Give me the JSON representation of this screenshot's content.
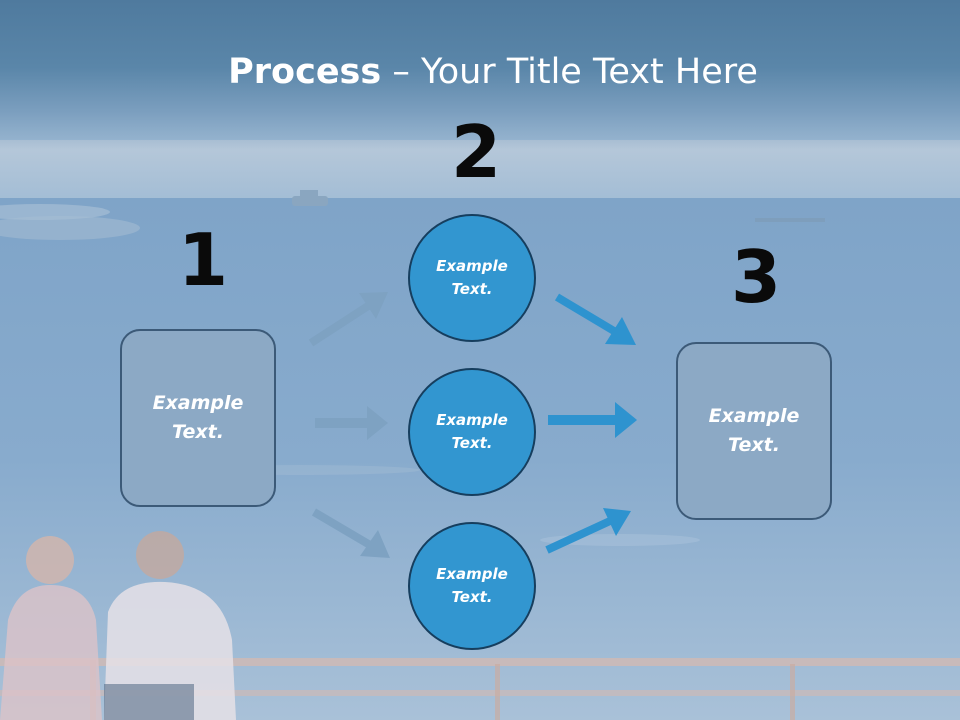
{
  "title": {
    "bold": "Process",
    "dash": " – ",
    "rest": "Your Title Text Here"
  },
  "steps": {
    "n1": "1",
    "n2": "2",
    "n3": "3"
  },
  "left_box": {
    "label": "Example\nText."
  },
  "right_box": {
    "label": "Example\nText."
  },
  "circles": [
    {
      "label": "Example\nText."
    },
    {
      "label": "Example\nText."
    },
    {
      "label": "Example\nText."
    }
  ],
  "colors": {
    "box_fill": "#8ca9c5",
    "circle_fill": "#3296d0",
    "left_arrows": "#7ea2c2",
    "right_arrows": "#2e93cf"
  }
}
